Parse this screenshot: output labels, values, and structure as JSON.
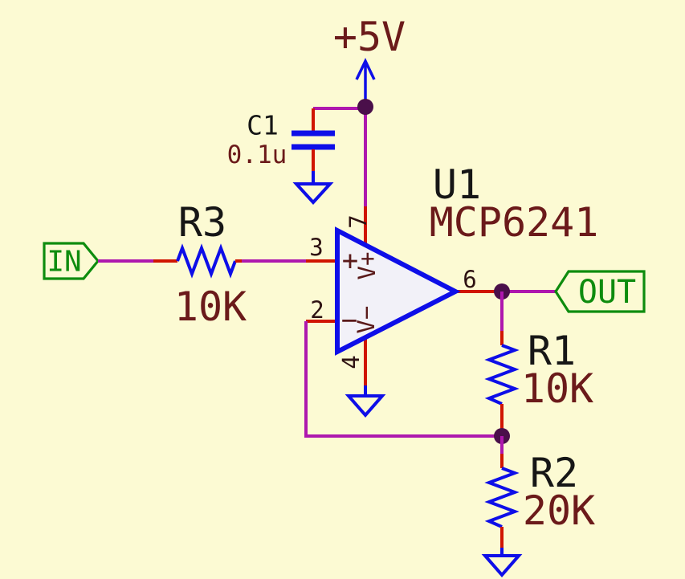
{
  "colors": {
    "background": "#FCFAD3",
    "wire": "#AE17AE",
    "pin": "#D01500",
    "device": "#0E0EE8",
    "port": "#0E8C0E",
    "reference": "#161616",
    "value": "#6B1A1A",
    "pin_number": "#2E1212",
    "marker": "#5A1A1A",
    "junction": "#4A0F4A"
  },
  "power": {
    "label": "+5V"
  },
  "ports": {
    "in": "IN",
    "out": "OUT"
  },
  "components": {
    "C1": {
      "reference": "C1",
      "value": "0.1u"
    },
    "U1": {
      "reference": "U1",
      "value": "MCP6241"
    },
    "R1": {
      "reference": "R1",
      "value": "10K"
    },
    "R2": {
      "reference": "R2",
      "value": "20K"
    },
    "R3": {
      "reference": "R3",
      "value": "10K"
    }
  },
  "u1_pins": {
    "p2": "2",
    "p3": "3",
    "p4": "4",
    "p6": "6",
    "p7": "7"
  },
  "u1_markers": {
    "plus": "+",
    "minus": "−",
    "vplus": "V+",
    "vminus": "V−"
  }
}
